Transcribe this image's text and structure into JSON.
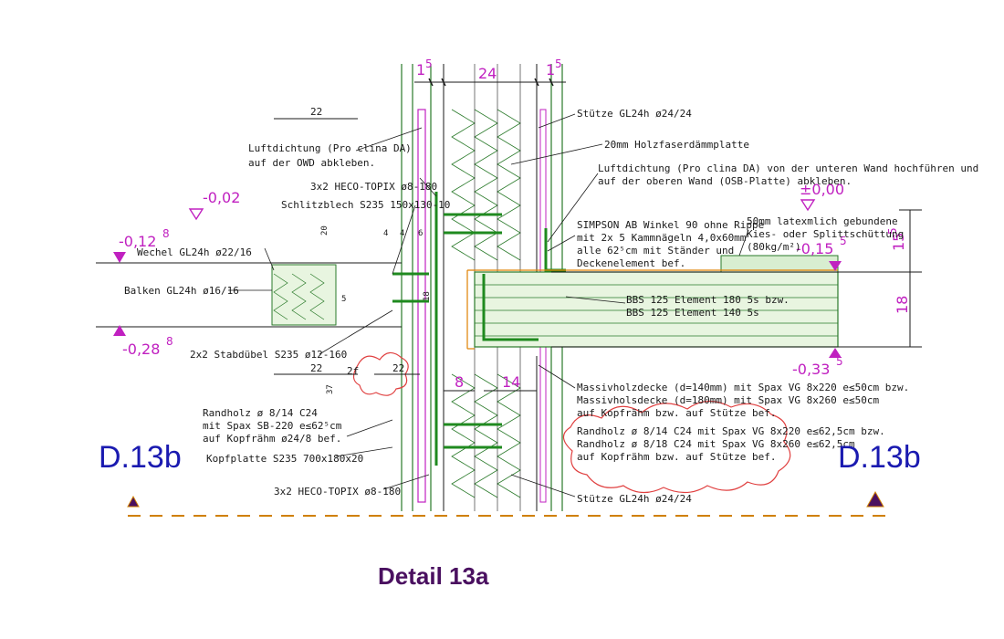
{
  "title": "Detail 13a",
  "section_marker_left": "D.13b",
  "section_marker_right": "D.13b",
  "colors": {
    "steel": "#1f8a1f",
    "member": "#c020c0",
    "cross": "#2a7a2a",
    "line": "#1a1a1a",
    "tag": "#1a1ab0",
    "title": "#4a1060"
  },
  "dimensions": {
    "top_left": "1",
    "top_left_sup": "5",
    "top_mid": "24",
    "top_right": "1",
    "top_right_sup": "5",
    "d22_top": "22",
    "d22_bottom": "22",
    "d22_bottom2": "22",
    "d8": "8",
    "d14": "14",
    "d155": "15",
    "d155_sup": "5",
    "d18": "18"
  },
  "levels": {
    "l_002": "-0,02",
    "l_0128": "-0,12",
    "l_0128_sup": "8",
    "l_0288": "-0,28",
    "l_0288_sup": "8",
    "l_000": "±0,00",
    "l_0155": "-0,15",
    "l_0155_sup": "5",
    "l_0335": "-0,33",
    "l_0335_sup": "5"
  },
  "labels": {
    "luftdichtung_1a": "Luftdichtung (Pro clina DA)",
    "luftdichtung_1b": "auf der OWD abkleben.",
    "heco_top": "3x2 HECO-TOPIX ø8-180",
    "schlitzblech": "Schlitzblech S235 150x130-10",
    "stuetze_top": "Stütze GL24h ø24/24",
    "holzfaser": "20mm Holzfaserdämmplatte",
    "luftdichtung_2a": "Luftdichtung (Pro clina DA) von der unteren Wand hochführen und",
    "luftdichtung_2b": "auf der oberen Wand (OSB-Platte) abkleben.",
    "simpson_1": "SIMPSON AB Winkel 90 ohne Rippe",
    "simpson_2": "mit 2x 5 Kammnägeln 4,0x60mm",
    "simpson_3": "alle 62⁵cm mit Ständer und",
    "simpson_4": "Deckenelement bef.",
    "schuettung_1": "50mm latexmlich gebundene",
    "schuettung_2": "Kies- oder Splittschüttung",
    "schuettung_3": "(80kg/m²)",
    "wechsel": "Wechel GL24h ø22/16",
    "balken": "Balken GL24h ø16/16",
    "bbs_1": "BBS 125 Element 180 5s bzw.",
    "bbs_2": "BBS 125 Element 140 5s",
    "stabduebel": "2x2 Stabdübel S235 ø12-160",
    "massivholz_1": "Massivholzdecke (d=140mm) mit Spax VG 8x220 e≤50cm bzw.",
    "massivholz_2": "Massivholsdecke (d=180mm) mit Spax VG 8x260 e≤50cm",
    "massivholz_3": "auf Kopfrähm bzw. auf Stütze bef.",
    "randholz_l1": "Randholz ø 8/14 C24",
    "randholz_l2": "mit Spax SB-220 e≤62⁵cm",
    "randholz_l3": "auf Kopfrähm ø24/8 bef.",
    "randholz_r1": "Randholz ø 8/14 C24 mit Spax VG 8x220 e≤62,5cm bzw.",
    "randholz_r2": "Randholz ø 8/18 C24 mit Spax VG 8x260 e≤62,5cm",
    "randholz_r3": "auf Kopfrähm bzw. auf Stütze bef.",
    "kopfplatte": "Kopfplatte S235 700x180x20",
    "heco_bottom": "3x2 HECO-TOPIX ø8-180",
    "stuetze_bottom": "Stütze GL24h ø24/24",
    "small_18": "18",
    "small_20": "20",
    "small_4a": "4",
    "small_5a": "5",
    "small_4b": "4",
    "small_6": "6",
    "small_37": "37",
    "small_2f": "2f",
    "small_22c": "22"
  }
}
